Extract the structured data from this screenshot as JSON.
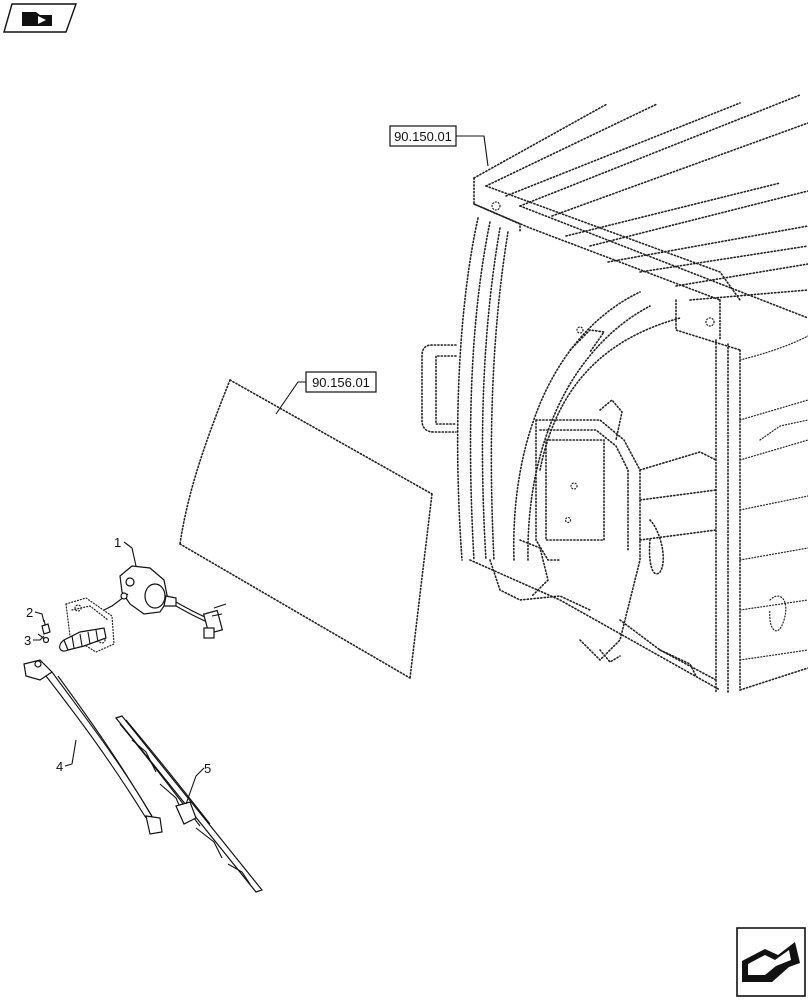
{
  "references": [
    {
      "id": "ref-cab",
      "label": "90.150.01"
    },
    {
      "id": "ref-glass",
      "label": "90.156.01"
    }
  ],
  "callouts": [
    {
      "id": "1",
      "label": "1"
    },
    {
      "id": "2",
      "label": "2"
    },
    {
      "id": "3",
      "label": "3"
    },
    {
      "id": "4",
      "label": "4"
    },
    {
      "id": "5",
      "label": "5"
    }
  ],
  "icons": {
    "top_left": "book-arrow-icon",
    "bottom_right": "exit-arrow-icon"
  }
}
